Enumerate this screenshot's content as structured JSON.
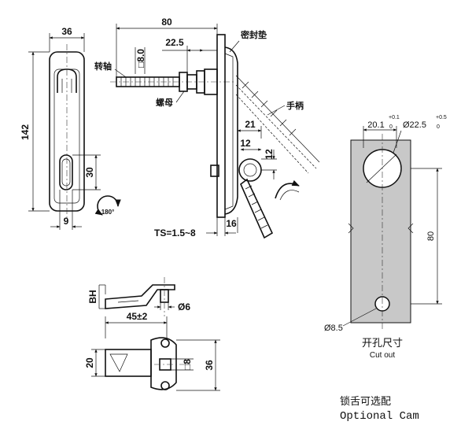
{
  "front_view": {
    "width": "36",
    "height": "142",
    "slot_height": "30",
    "slot_offset": "9",
    "rotation": "180°"
  },
  "side_view": {
    "length": "80",
    "square": "□8.0",
    "shaft": "22.5",
    "label_gasket": "密封垫",
    "label_shaft": "转轴",
    "label_nut": "螺母",
    "label_handle": "手柄",
    "dim_21": "21",
    "dim_12a": "12",
    "dim_12b": "12",
    "ts_range": "TS=1.5~8",
    "dim_16": "16"
  },
  "cutout": {
    "hole_offset": "20.1",
    "hole_offset_tol_upper": "+0.1",
    "hole_offset_tol_lower": "0",
    "hole_diameter": "Ø22.5",
    "hole_diameter_tol_upper": "+0.5",
    "hole_diameter_tol_lower": "0",
    "spacing": "80",
    "small_hole": "Ø8.5",
    "title_cn": "开孔尺寸",
    "title_en": "Cut out"
  },
  "cam": {
    "bh": "BH",
    "bolt_diameter": "Ø6",
    "length": "45±2",
    "width": "20",
    "square": "□8",
    "height": "36",
    "title_cn": "锁舌可选配",
    "title_en": "Optional Cam"
  }
}
